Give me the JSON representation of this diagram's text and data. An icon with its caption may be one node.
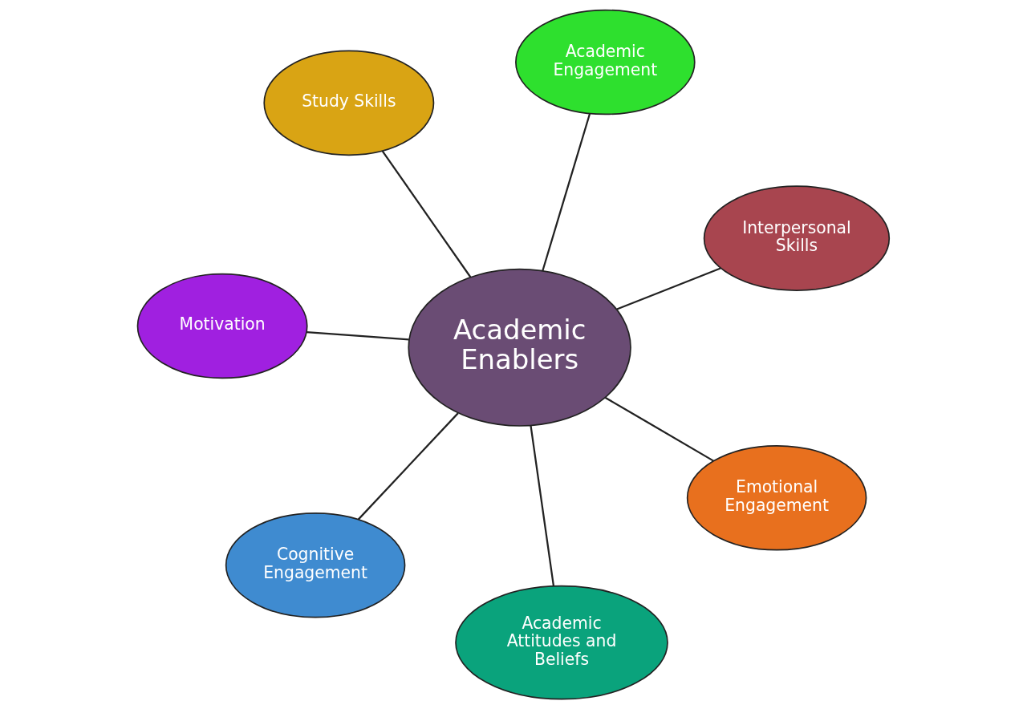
{
  "diagram": {
    "nodes": [
      {
        "text": [
          "Study Skills"
        ]
      },
      {
        "text": [
          "Interpersonal Skills"
        ]
      },
      {
        "text": [
          "Academic Attitudes and Beliefs"
        ]
      },
      {
        "text": [
          "Academic Enablers"
        ]
      },
      {
        "text": [
          "Academic Engagement"
        ]
      },
      {
        "text": [
          "Motivation"
        ]
      },
      {
        "text": [
          "Cognitive Engagement"
        ]
      },
      {
        "text": [
          "Emotional Engagement"
        ]
      }
    ],
    "edges": [
      {
        "from": 3,
        "to": 0,
        "arrow": "none"
      },
      {
        "from": 3,
        "to": 1,
        "arrow": "none"
      },
      {
        "from": 3,
        "to": 2,
        "arrow": "none"
      },
      {
        "from": 3,
        "to": 4,
        "arrow": "none"
      },
      {
        "from": 3,
        "to": 5,
        "arrow": "none"
      },
      {
        "from": 3,
        "to": 6,
        "arrow": "none"
      },
      {
        "from": 3,
        "to": 7,
        "arrow": "none"
      }
    ]
  }
}
